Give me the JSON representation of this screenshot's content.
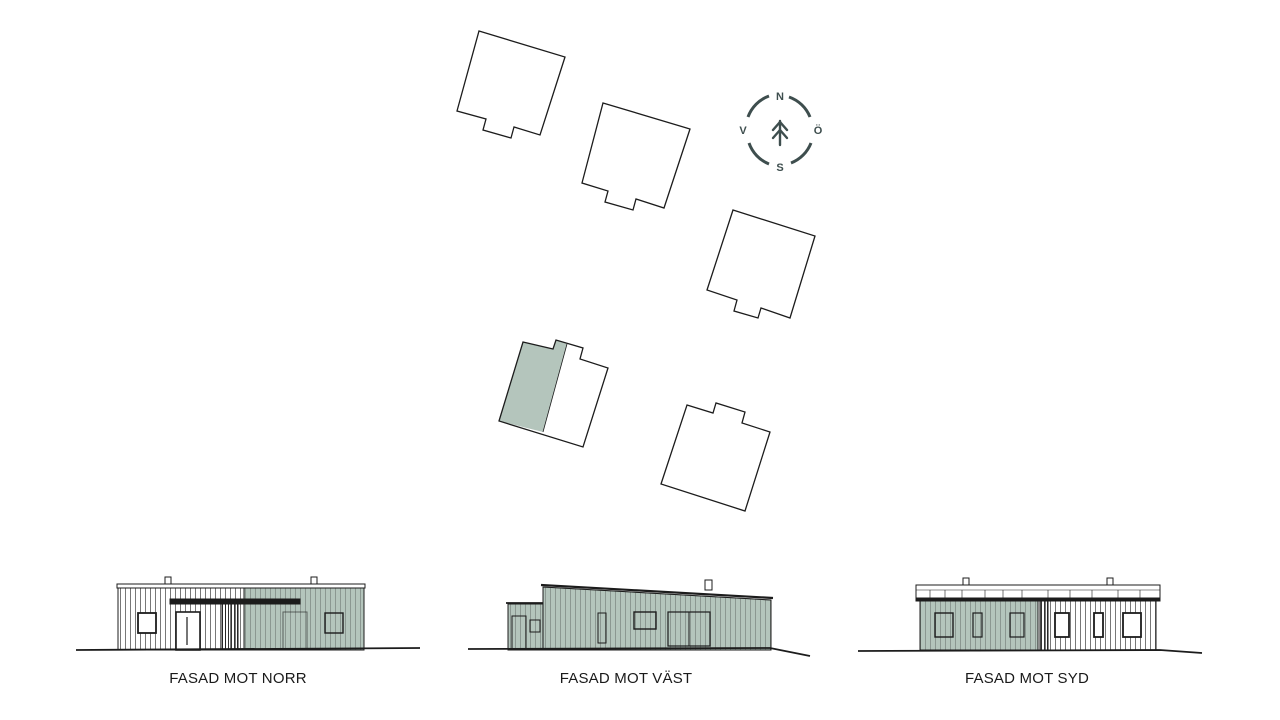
{
  "colors": {
    "line": "#1c1c1c",
    "highlight": "#b4c5bc",
    "compass": "#3e4e4e",
    "background": "#ffffff"
  },
  "compass": {
    "north": "N",
    "east": "Ö",
    "south": "S",
    "west": "V",
    "icon": "tree-arrow-icon"
  },
  "site_plan": {
    "houses": [
      {
        "name": "house-1",
        "highlighted": false
      },
      {
        "name": "house-2",
        "highlighted": false
      },
      {
        "name": "house-3",
        "highlighted": false
      },
      {
        "name": "house-4",
        "highlighted": true
      },
      {
        "name": "house-5",
        "highlighted": false
      }
    ]
  },
  "elevations": [
    {
      "name": "elevation-north",
      "caption": "FASAD MOT NORR"
    },
    {
      "name": "elevation-west",
      "caption": "FASAD MOT VÄST"
    },
    {
      "name": "elevation-south",
      "caption": "FASAD MOT SYD"
    }
  ]
}
